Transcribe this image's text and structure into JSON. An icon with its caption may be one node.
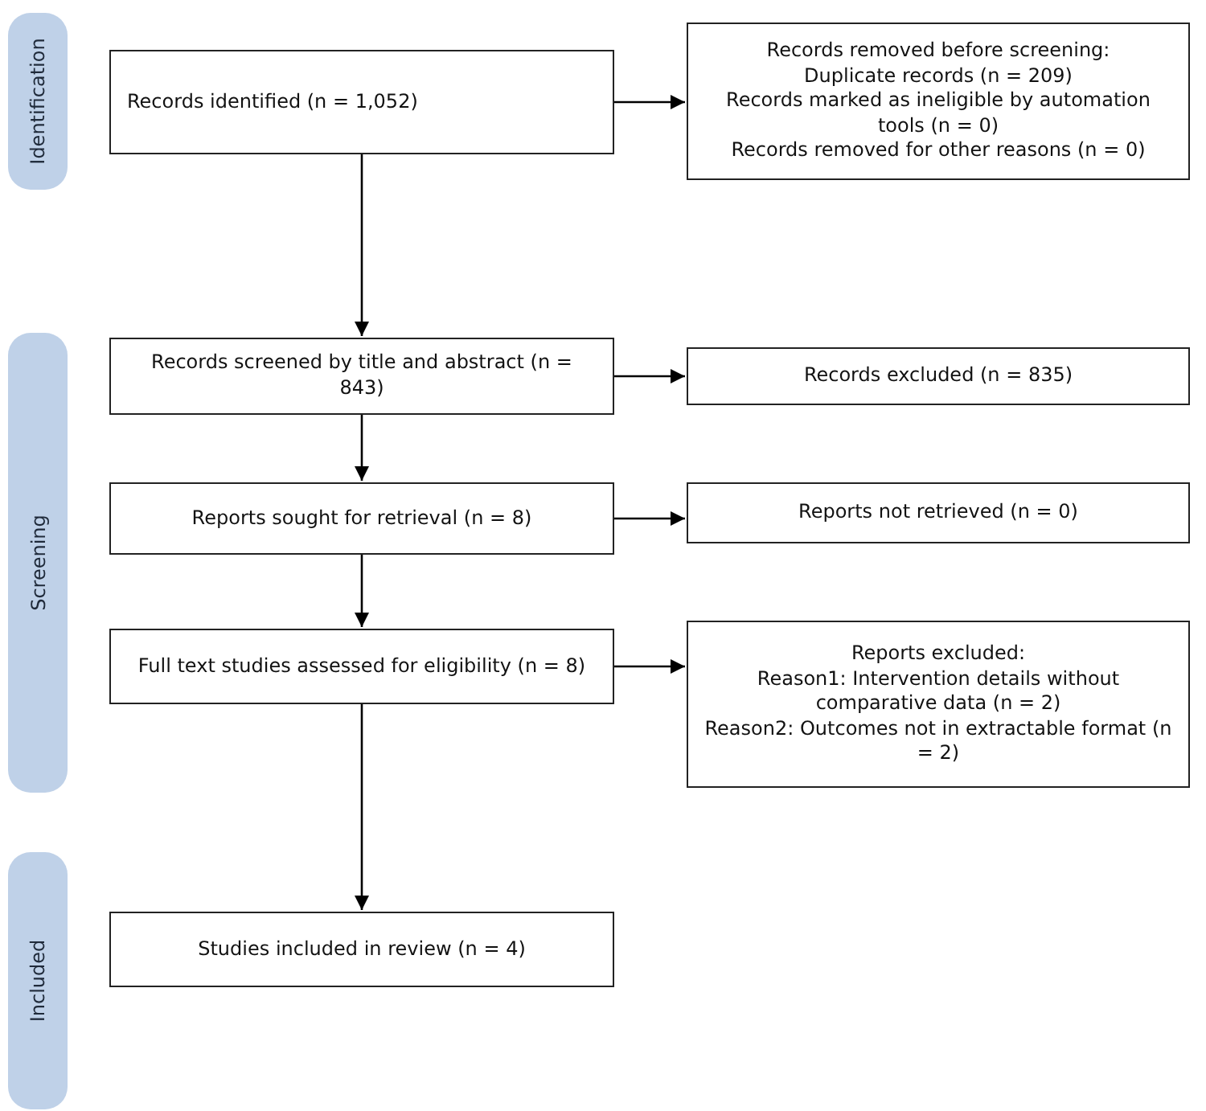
{
  "diagram": {
    "nodes": [
      {
        "text": [
          "Identification"
        ]
      },
      {
        "text": [
          "Records identified (n = 1,052)"
        ]
      },
      {
        "text": [
          "Records removed before screening:",
          "Duplicate records (n = 209)",
          "Records marked as ineligible by automation tools (n = 0)",
          "Records removed for other reasons (n = 0)"
        ]
      },
      {
        "text": [
          "Screening"
        ]
      },
      {
        "text": [
          "Records screened by title and abstract (n = 843)"
        ]
      },
      {
        "text": [
          "Records excluded (n = 835)"
        ]
      },
      {
        "text": [
          "Reports sought for retrieval (n = 8)"
        ]
      },
      {
        "text": [
          "Reports not retrieved (n = 0)"
        ]
      },
      {
        "text": [
          "Full text studies assessed for eligibility (n = 8)"
        ]
      },
      {
        "text": [
          "Reports excluded:",
          "Reason1: Intervention details without comparative data (n = 2)",
          "Reason2: Outcomes not in extractable format (n = 2)"
        ]
      },
      {
        "text": [
          "Included"
        ]
      },
      {
        "text": [
          "Studies included in review (n = 4)"
        ]
      }
    ],
    "edges": [
      {
        "from": 1,
        "to": 2,
        "arrow": "to"
      },
      {
        "from": 1,
        "to": 4,
        "arrow": "to"
      },
      {
        "from": 4,
        "to": 5,
        "arrow": "to"
      },
      {
        "from": 4,
        "to": 6,
        "arrow": "to"
      },
      {
        "from": 6,
        "to": 7,
        "arrow": "to"
      },
      {
        "from": 6,
        "to": 8,
        "arrow": "to"
      },
      {
        "from": 8,
        "to": 9,
        "arrow": "to"
      },
      {
        "from": 8,
        "to": 11,
        "arrow": "to"
      }
    ]
  }
}
